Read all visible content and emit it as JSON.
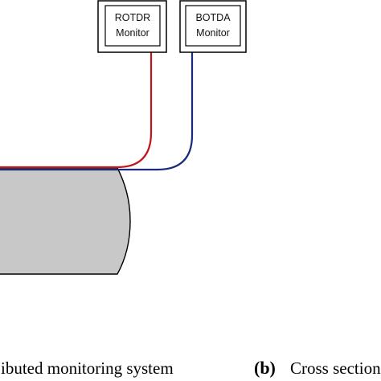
{
  "monitors": [
    {
      "line1": "ROTDR",
      "line2": "Monitor"
    },
    {
      "line1": "BOTDA",
      "line2": "Monitor"
    }
  ],
  "captions": {
    "left": "ibuted monitoring system",
    "right_label": "(b)",
    "right_text": "Cross section"
  },
  "colors": {
    "rotdr_fiber": "#c0141c",
    "botda_fiber": "#1a2a7c",
    "pipe_fill": "#c8c8c8",
    "pipe_stroke": "#000000"
  }
}
